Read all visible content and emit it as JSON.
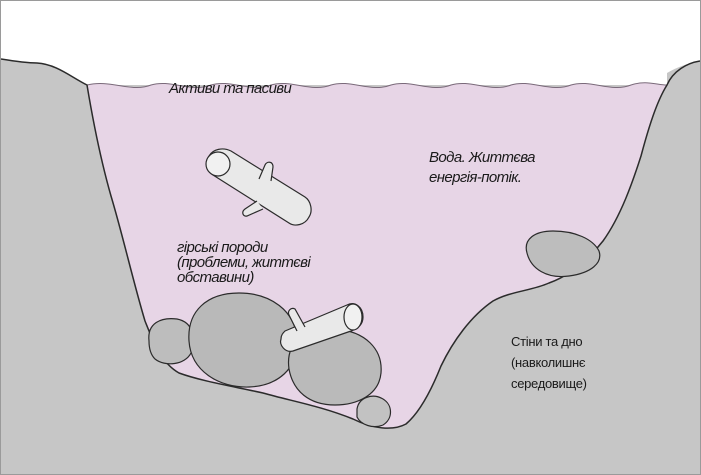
{
  "labels": {
    "assets": "Активи та пасиви",
    "water": {
      "line1": "Вода. Життєва",
      "line2": "енергія-потік."
    },
    "rocks": {
      "line1": "гірські породи",
      "line2": "(проблеми, життєві",
      "line3": "обставини)"
    },
    "walls": {
      "line1": "Стіни та дно",
      "line2": "(навколишнє",
      "line3": "середовище)"
    }
  },
  "colors": {
    "water": "#e7d5e6",
    "ground": "#c6c6c6",
    "stone": "#bdbdbd",
    "log": "#e9e9e9",
    "outline": "#2b2b2b"
  }
}
